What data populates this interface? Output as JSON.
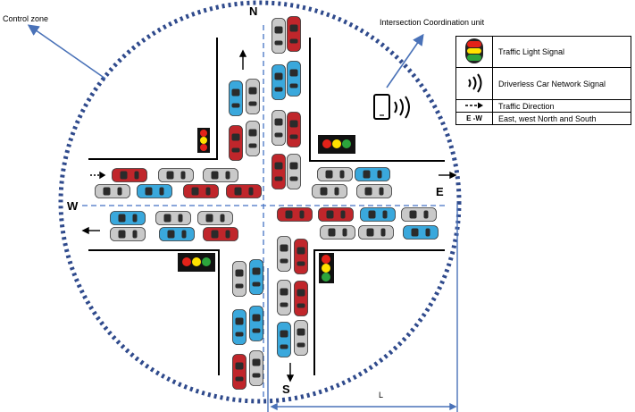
{
  "labels": {
    "control_zone": "Control zone",
    "coordination_unit": "Intersection Coordination unit",
    "north": "N",
    "south": "S",
    "east": "E",
    "west": "W",
    "length": "L"
  },
  "legend": {
    "items": [
      {
        "symbol": "traffic-light-icon",
        "text": "Traffic Light Signal"
      },
      {
        "symbol": "network-signal-icon",
        "text": "Driverless Car Network Signal"
      },
      {
        "symbol": "direction-arrow-icon",
        "text": "Traffic Direction"
      },
      {
        "symbol": "E -W",
        "text": "East, west North and South"
      }
    ]
  },
  "colors": {
    "zone_boundary": "#2f4a8c",
    "lane_divider": "#4472c4",
    "car_red": "#c0262b",
    "car_blue": "#3aa8dc",
    "car_gray": "#c9c9c9",
    "light_red": "#e32219",
    "light_yellow": "#ffe200",
    "light_green": "#2ca43c"
  }
}
